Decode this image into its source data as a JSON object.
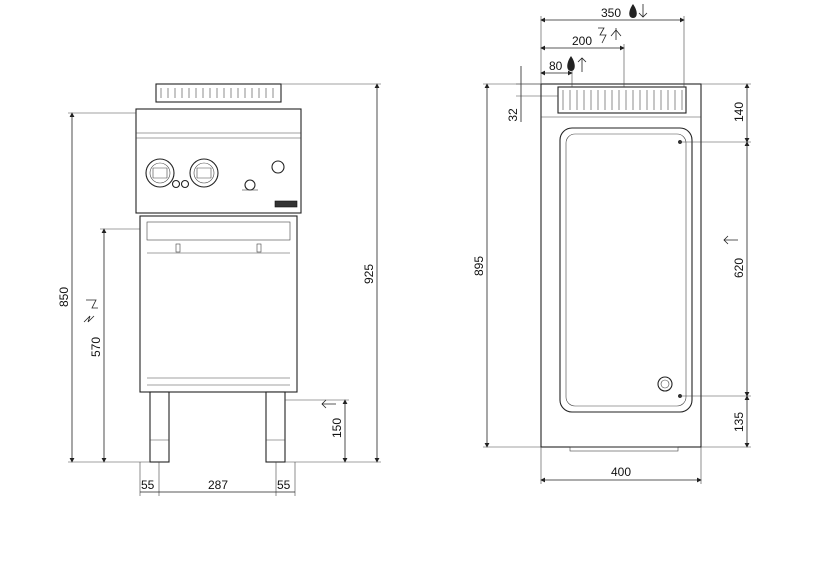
{
  "front_view": {
    "height_total": "850",
    "height_top": "925",
    "height_mid": "570",
    "height_leg": "150",
    "width_left": "55",
    "width_mid": "287",
    "width_right": "55"
  },
  "side_view": {
    "dim_350": "350",
    "dim_200": "200",
    "dim_80": "80",
    "dim_32": "32",
    "dim_895": "895",
    "dim_140": "140",
    "dim_620": "620",
    "dim_135": "135",
    "dim_400": "400"
  },
  "icons": [
    "water-drop-icon",
    "electric-bolt-icon",
    "drain-arrow-icon",
    "arrow-icon"
  ]
}
